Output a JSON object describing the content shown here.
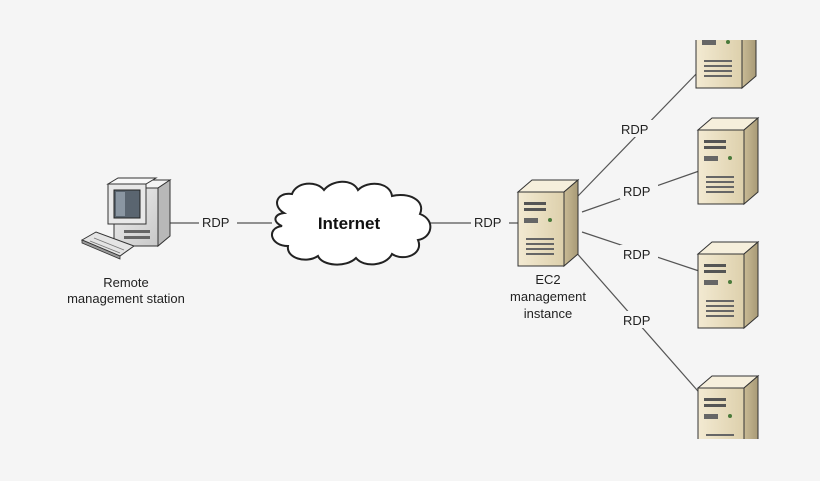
{
  "nodes": {
    "remote_station": {
      "label_line1": "Remote",
      "label_line2": "management station"
    },
    "internet": {
      "label": "Internet"
    },
    "ec2_instance": {
      "label_line1": "EC2",
      "label_line2": "management",
      "label_line3": "instance"
    }
  },
  "links": {
    "station_to_internet": "RDP",
    "internet_to_ec2": "RDP",
    "ec2_to_server_1": "RDP",
    "ec2_to_server_2": "RDP",
    "ec2_to_server_3": "RDP",
    "ec2_to_server_4": "RDP"
  },
  "colors": {
    "background": "#f5f5f5",
    "line": "#555555",
    "server_front": "#ece2c8",
    "server_side": "#cfc2a0",
    "server_top": "#f6efdc",
    "cloud_fill": "#ffffff"
  }
}
